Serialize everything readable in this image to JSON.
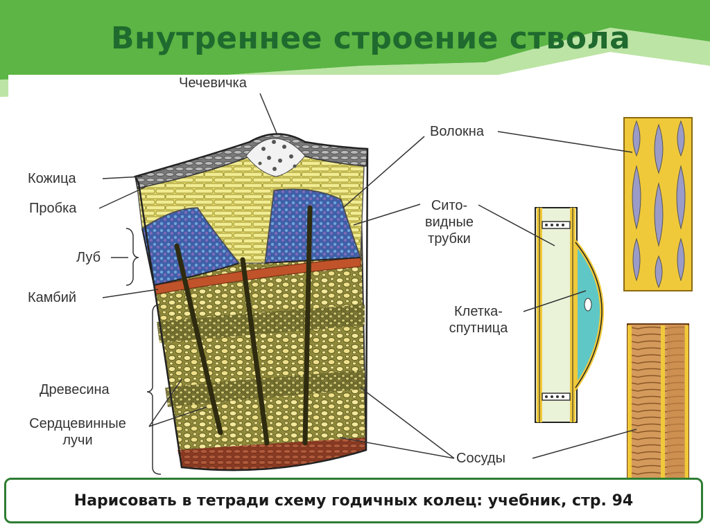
{
  "slide": {
    "title": "Внутреннее строение ствола",
    "task": "Нарисовать в тетради схему годичных колец: учебник, стр. 94"
  },
  "labels": {
    "lenticel": "Чечевичка",
    "epidermis": "Кожица",
    "cork": "Пробка",
    "phloem": "Луб",
    "cambium": "Камбий",
    "wood": "Древесина",
    "rays_1": "Сердцевинные",
    "rays_2": "лучи",
    "fibers": "Волокна",
    "sieve_1": "Сито-",
    "sieve_2": "видные",
    "sieve_3": "трубки",
    "companion_1": "Клетка-",
    "companion_2": "спутница",
    "vessels": "Сосуды"
  },
  "colors": {
    "accent_green": "#5cb544",
    "title_green": "#1f6a2e",
    "frame_green": "#2e7d32",
    "cork_yellow": "#e9e170",
    "phloem_blue": "#5877b8",
    "cambium_red": "#c0532a",
    "wood_olive": "#8f8a3a",
    "fiber_yellow": "#f0c93a",
    "vessel_brown": "#c98a4a",
    "companion_cyan": "#5fc8c6"
  }
}
